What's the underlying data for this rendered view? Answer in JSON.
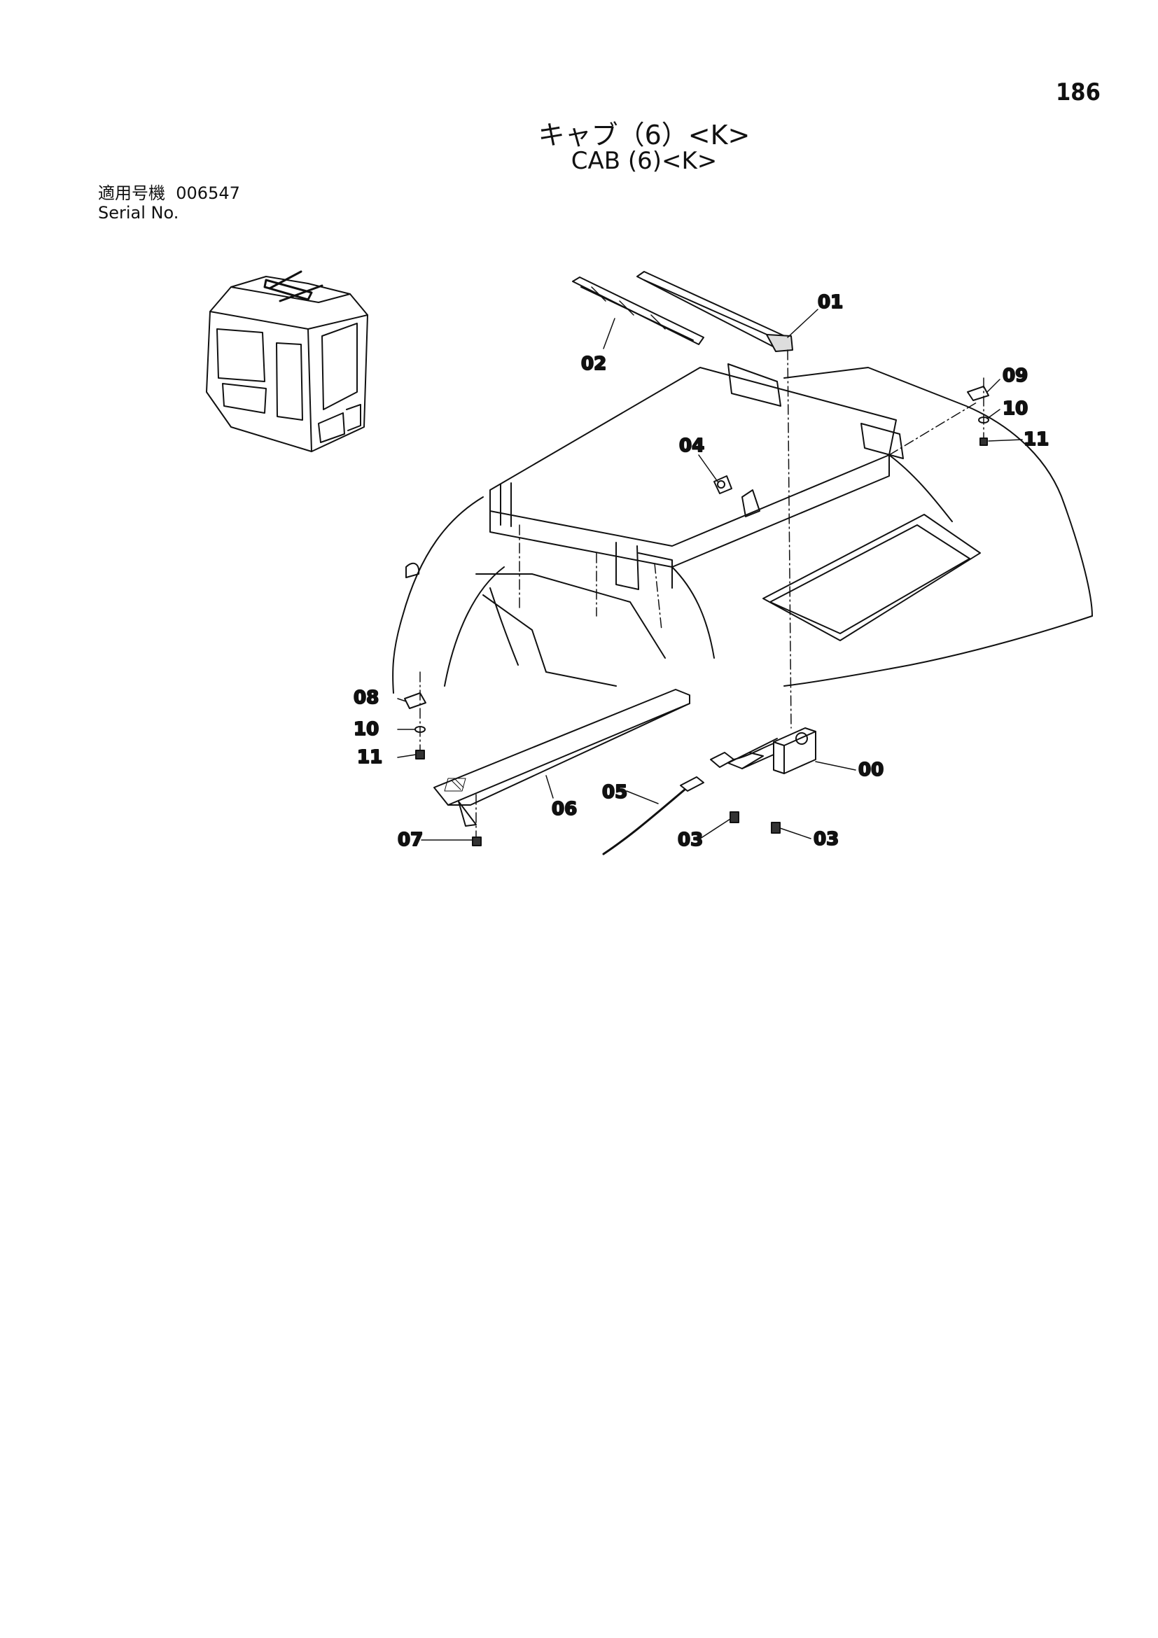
{
  "page_number": "186",
  "title": {
    "japanese": "キャブ（6）<K>",
    "english": "CAB (6)<K>"
  },
  "serial": {
    "label_ja": "適用号機",
    "value": "006547",
    "label_en": "Serial No."
  },
  "parts": [
    {
      "id": "01"
    },
    {
      "id": "02"
    },
    {
      "id": "09"
    },
    {
      "id": "10"
    },
    {
      "id": "11"
    },
    {
      "id": "04"
    },
    {
      "id": "08"
    },
    {
      "id": "10"
    },
    {
      "id": "11"
    },
    {
      "id": "00"
    },
    {
      "id": "05"
    },
    {
      "id": "06"
    },
    {
      "id": "07"
    },
    {
      "id": "03"
    },
    {
      "id": "03"
    }
  ]
}
